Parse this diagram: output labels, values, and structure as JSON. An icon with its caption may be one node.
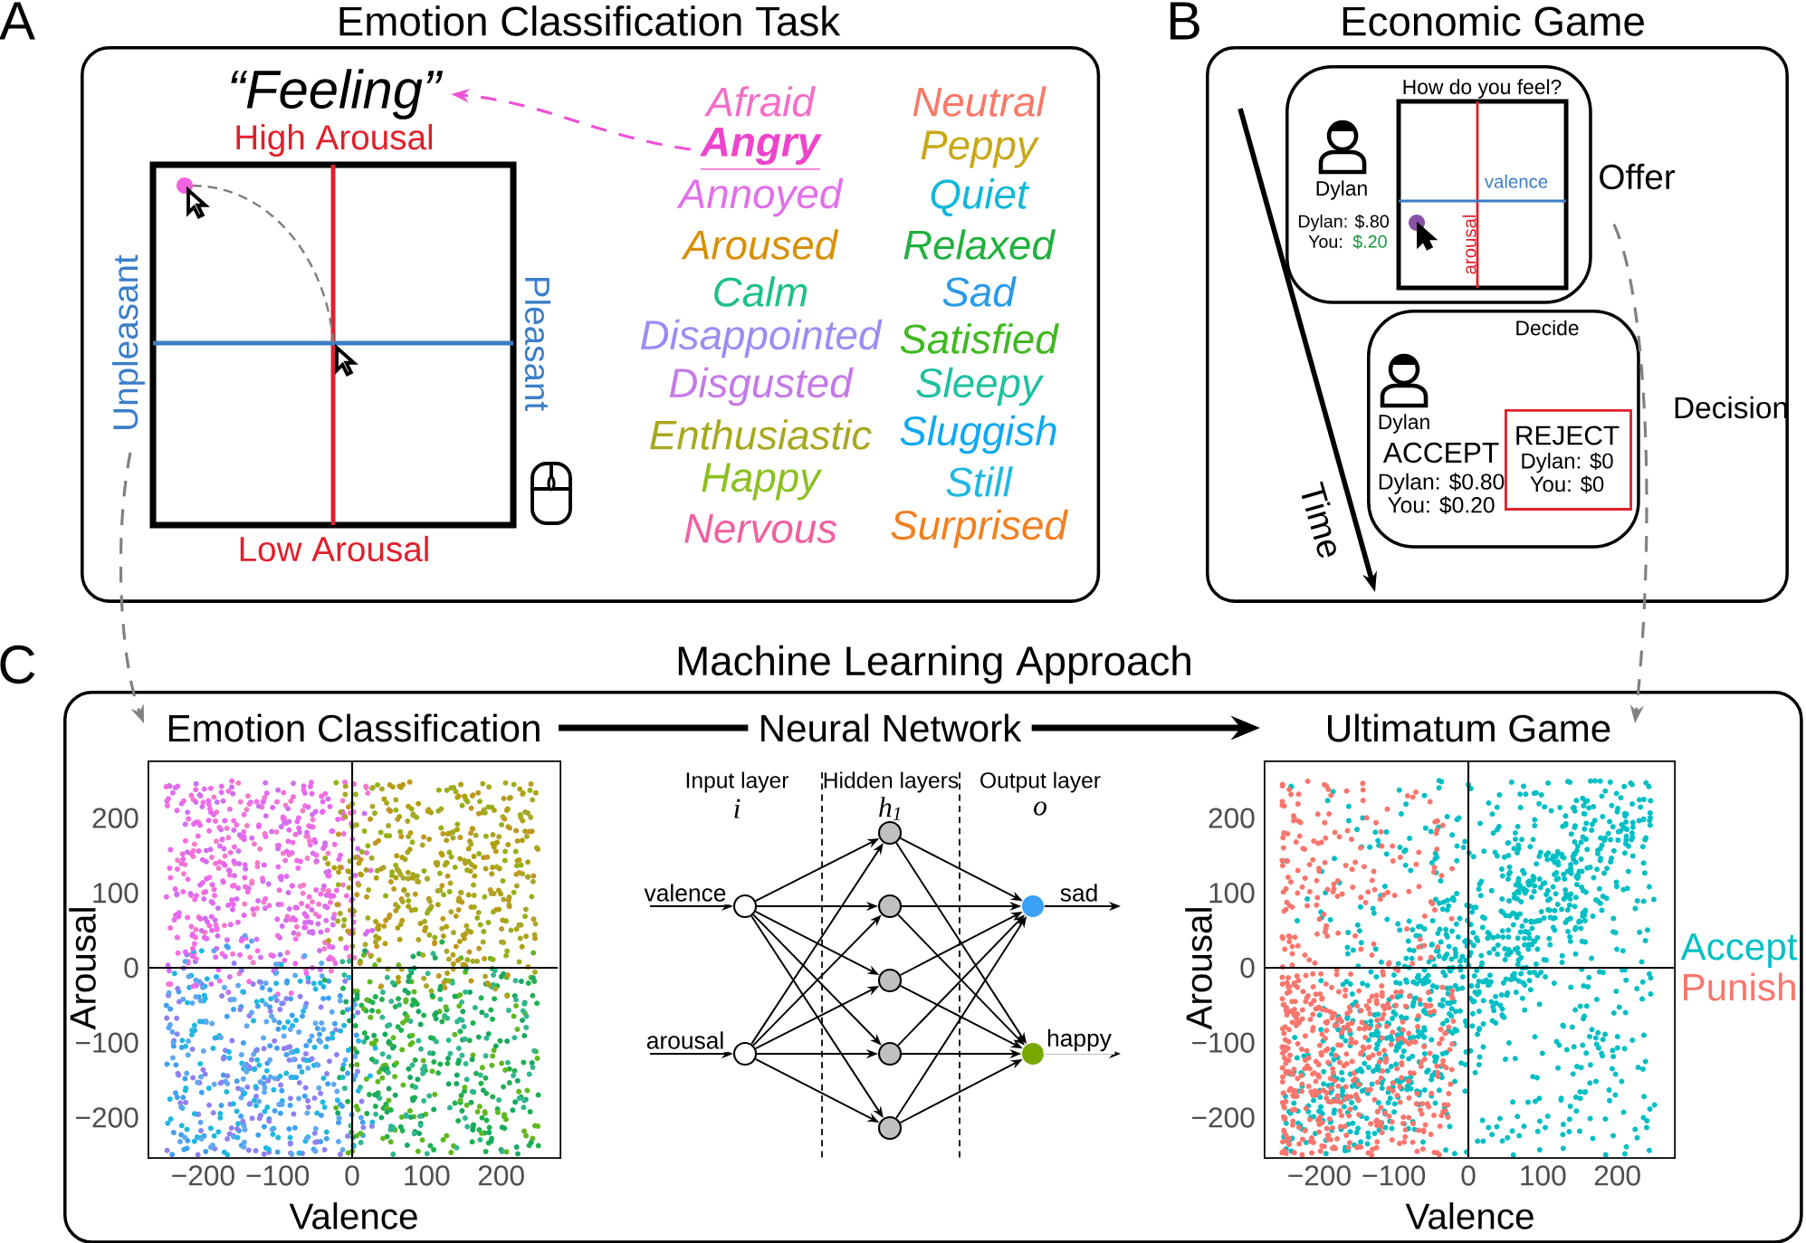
{
  "diagram": {
    "nodes": [
      {
        "text": [
          "Emotion Classification Task"
        ]
      },
      {
        "text": [
          "“Feeling”"
        ],
        "in": 0
      },
      {
        "text": [
          "Angry"
        ],
        "in": 0
      },
      {
        "text": [
          "Economic Game"
        ]
      },
      {
        "text": [
          "How do you feel?",
          "Dylan",
          "Dylan: $.80",
          "You:",
          "$.20",
          "valence",
          "arousal"
        ],
        "in": 3,
        "beside": [
          "Offer"
        ]
      },
      {
        "text": [
          "Decide",
          "Dylan",
          "ACCEPT",
          "Dylan: $0.80",
          "You: $0.20"
        ],
        "in": 3,
        "beside": [
          "Decision"
        ]
      },
      {
        "text": [
          "REJECT",
          "Dylan: $0",
          "You: $0"
        ],
        "in": 5
      },
      {
        "text": [
          "Machine Learning Approach"
        ]
      },
      {
        "text": [
          "Emotion Classification"
        ],
        "in": 7
      },
      {
        "text": [
          "Neural Network"
        ],
        "in": 7
      },
      {
        "text": [
          "Ultimatum Game"
        ],
        "in": 7
      },
      {
        "text": [],
        "shape": "circle",
        "in": 7
      },
      {
        "text": [],
        "shape": "circle",
        "in": 7
      },
      {
        "text": [],
        "shape": "circle",
        "in": 7
      },
      {
        "text": [],
        "shape": "circle",
        "in": 7
      },
      {
        "text": [],
        "shape": "circle",
        "in": 7
      },
      {
        "text": [],
        "shape": "circle",
        "in": 7
      },
      {
        "text": [],
        "shape": "circle",
        "in": 7
      },
      {
        "text": [],
        "shape": "circle",
        "in": 7
      },
      {
        "text": [],
        "shape": "circle",
        "in": 7
      }
    ],
    "edges": [
      {
        "from": 2,
        "to": 1,
        "arrow": "to",
        "style": "dashed",
        "color": "#f050d8"
      },
      {
        "from": 0,
        "to": 8,
        "arrow": "to",
        "style": "dashed",
        "color": "#808080"
      },
      {
        "from": 4,
        "to": 10,
        "arrow": "to",
        "style": "dashed",
        "color": "#808080"
      },
      {
        "from": 8,
        "to": 9,
        "arrow": "none",
        "style": "thick"
      },
      {
        "from": 9,
        "to": 10,
        "arrow": "to",
        "style": "thick"
      },
      {
        "from": null,
        "to": 11,
        "arrow": "to",
        "label": "valence"
      },
      {
        "from": null,
        "to": 12,
        "arrow": "to",
        "label": "arousal"
      },
      {
        "from": 11,
        "to": 13,
        "arrow": "to"
      },
      {
        "from": 11,
        "to": 14,
        "arrow": "to"
      },
      {
        "from": 11,
        "to": 15,
        "arrow": "to"
      },
      {
        "from": 11,
        "to": 16,
        "arrow": "to"
      },
      {
        "from": 11,
        "to": 17,
        "arrow": "to"
      },
      {
        "from": 12,
        "to": 13,
        "arrow": "to"
      },
      {
        "from": 12,
        "to": 14,
        "arrow": "to"
      },
      {
        "from": 12,
        "to": 15,
        "arrow": "to"
      },
      {
        "from": 12,
        "to": 16,
        "arrow": "to"
      },
      {
        "from": 12,
        "to": 17,
        "arrow": "to"
      },
      {
        "from": 13,
        "to": 18,
        "arrow": "to"
      },
      {
        "from": 13,
        "to": 19,
        "arrow": "to"
      },
      {
        "from": 14,
        "to": 18,
        "arrow": "to"
      },
      {
        "from": 14,
        "to": 19,
        "arrow": "to"
      },
      {
        "from": 15,
        "to": 18,
        "arrow": "to"
      },
      {
        "from": 15,
        "to": 19,
        "arrow": "to"
      },
      {
        "from": 16,
        "to": 18,
        "arrow": "to"
      },
      {
        "from": 16,
        "to": 19,
        "arrow": "to"
      },
      {
        "from": 17,
        "to": 18,
        "arrow": "to"
      },
      {
        "from": 17,
        "to": 19,
        "arrow": "to"
      },
      {
        "from": 18,
        "to": null,
        "arrow": "to",
        "label": "sad"
      },
      {
        "from": 19,
        "to": null,
        "arrow": "to",
        "label": "happy"
      }
    ],
    "labels": [
      "A",
      "B",
      "C",
      "High Arousal",
      "Low Arousal",
      "Unpleasant",
      "Pleasant",
      "Afraid",
      "Annoyed",
      "Aroused",
      "Calm",
      "Disappointed",
      "Disgusted",
      "Enthusiastic",
      "Happy",
      "Nervous",
      "Neutral",
      "Peppy",
      "Quiet",
      "Relaxed",
      "Sad",
      "Satisfied",
      "Sleepy",
      "Sluggish",
      "Still",
      "Surprised",
      "Time",
      "Input layer",
      "i",
      "Hidden layers",
      "h$_{1}$",
      "Output layer",
      "o",
      "200",
      "100",
      "0",
      "−100",
      "−200",
      "−200",
      "−100",
      "0",
      "100",
      "200",
      "Valence",
      "Arousal",
      "200",
      "100",
      "0",
      "−100",
      "−200",
      "−200",
      "−100",
      "0",
      "100",
      "200",
      "Valence",
      "Arousal"
    ],
    "legend": [
      {
        "text": "Accept",
        "color": "#00bfc4"
      },
      {
        "text": "Punish",
        "color": "#f8766d"
      }
    ]
  }
}
